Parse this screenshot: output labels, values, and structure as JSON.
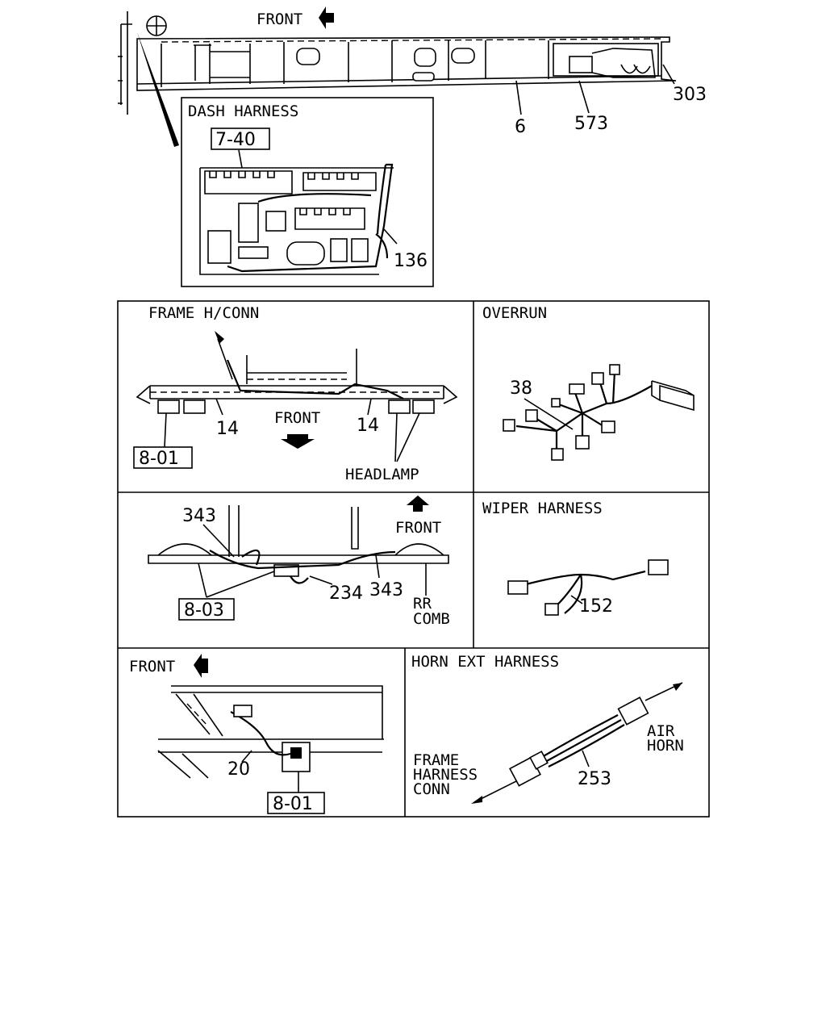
{
  "top": {
    "front_label": "FRONT",
    "callout_303": "303",
    "callout_6": "6",
    "callout_573": "573"
  },
  "dash": {
    "title": "DASH HARNESS",
    "ref": "7-40",
    "callout_136": "136"
  },
  "frame": {
    "title": "FRAME H/CONN",
    "callout_14a": "14",
    "callout_14b": "14",
    "front_label": "FRONT",
    "ref": "8-01",
    "headlamp": "HEADLAMP"
  },
  "overrun": {
    "title": "OVERRUN",
    "callout_38": "38"
  },
  "rear": {
    "callout_343a": "343",
    "callout_343b": "343",
    "callout_234": "234",
    "front_label": "FRONT",
    "ref": "8-03",
    "rr1": "RR",
    "rr2": "COMB"
  },
  "wiper": {
    "title": "WIPER HARNESS",
    "callout_152": "152"
  },
  "bottom_left": {
    "front_label": "FRONT",
    "callout_20": "20",
    "ref": "8-01"
  },
  "horn": {
    "title": "HORN EXT HARNESS",
    "callout_253": "253",
    "air1": "AIR",
    "air2": "HORN",
    "frame1": "FRAME",
    "frame2": "HARNESS",
    "frame3": "CONN"
  }
}
